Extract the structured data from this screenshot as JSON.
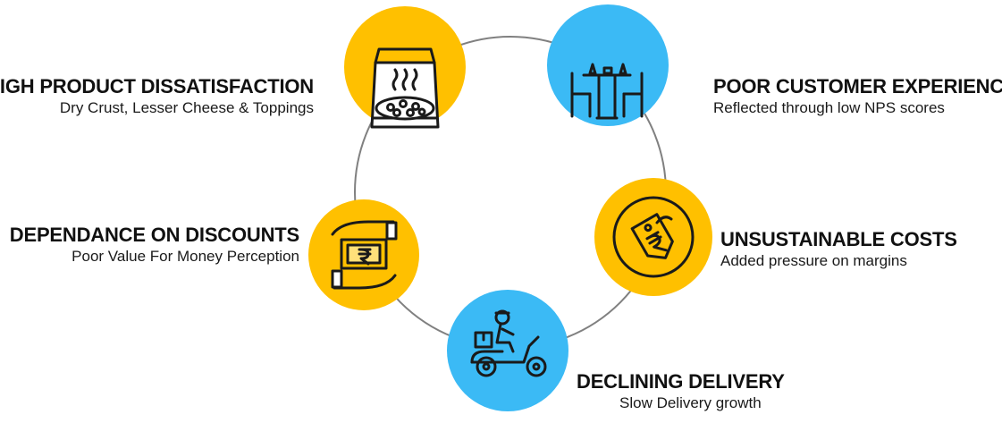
{
  "colors": {
    "yellow": "#FFC000",
    "blue": "#3BBAF5",
    "ring": "#808080",
    "icon_stroke": "#1a1a1a"
  },
  "nodes": [
    {
      "id": "product",
      "title": "HIGH PRODUCT DISSATISFACTION",
      "subtitle": "Dry Crust, Lesser Cheese & Toppings",
      "icon": "pizza-box-icon",
      "color": "yellow"
    },
    {
      "id": "experience",
      "title": "POOR CUSTOMER EXPERIENCE",
      "subtitle": "Reflected through low NPS scores",
      "icon": "dining-table-icon",
      "color": "blue"
    },
    {
      "id": "costs",
      "title": "UNSUSTAINABLE COSTS",
      "subtitle": "Added pressure on margins",
      "icon": "rupee-price-tag-icon",
      "color": "yellow"
    },
    {
      "id": "delivery",
      "title": "DECLINING DELIVERY",
      "subtitle": "Slow Delivery growth",
      "icon": "delivery-scooter-icon",
      "color": "blue"
    },
    {
      "id": "discounts",
      "title": "DEPENDANCE ON DISCOUNTS",
      "subtitle": "Poor Value For Money Perception",
      "icon": "rupee-payment-hands-icon",
      "color": "yellow"
    }
  ]
}
